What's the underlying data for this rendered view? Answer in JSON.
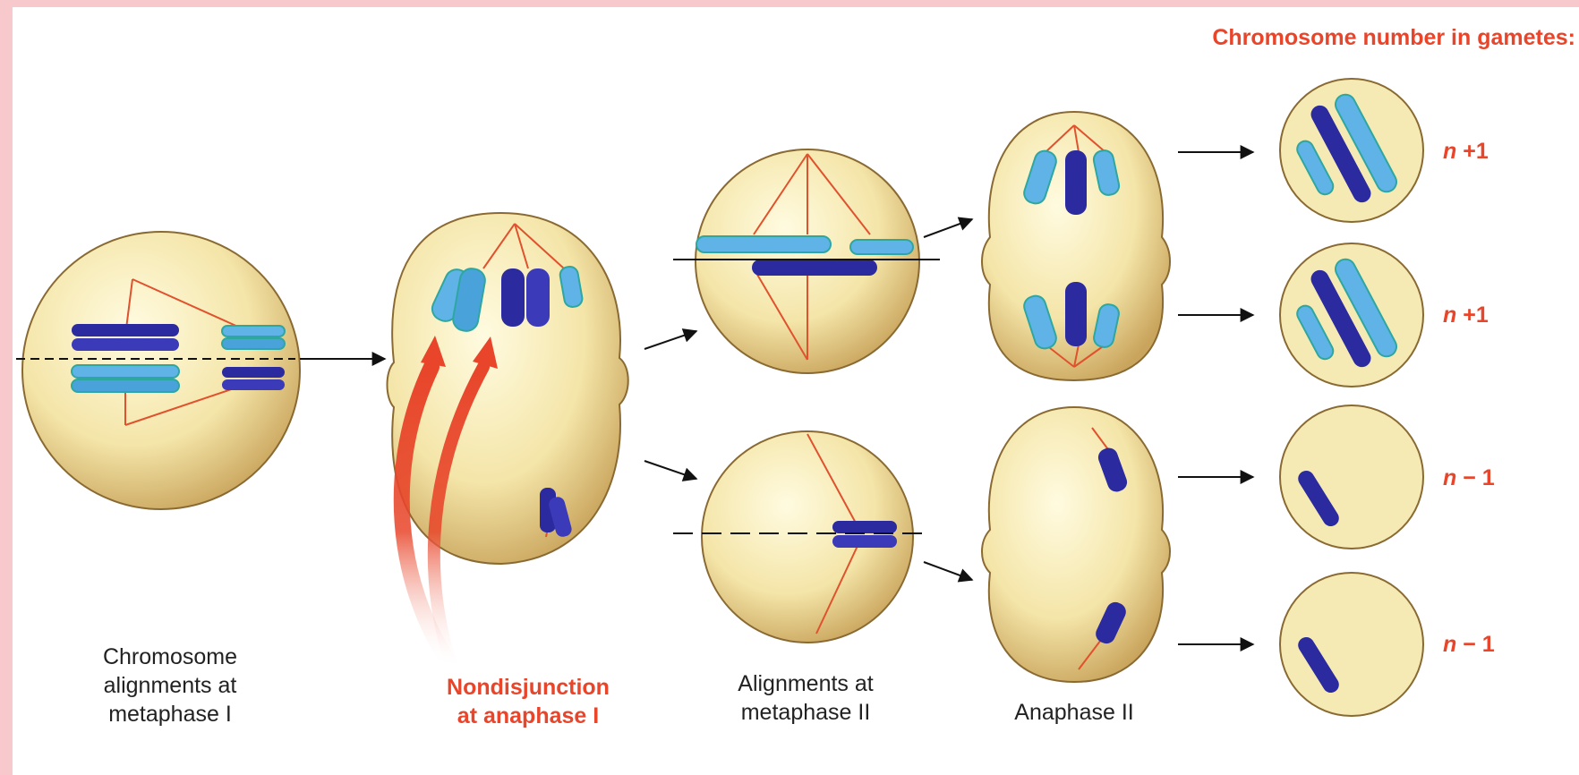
{
  "header": "Chromosome number in gametes:",
  "stages": {
    "metaphase1_line1": "Chromosome",
    "metaphase1_line2": "alignments at",
    "metaphase1_line3": "metaphase I",
    "nondisjunction_line1": "Nondisjunction",
    "nondisjunction_line2": "at anaphase I",
    "metaphase2_line1": "Alignments at",
    "metaphase2_line2": "metaphase II",
    "anaphase2": "Anaphase II"
  },
  "gametes": [
    {
      "n": "n",
      "change": "+1"
    },
    {
      "n": "n",
      "change": "+1"
    },
    {
      "n": "n",
      "change": "− 1"
    },
    {
      "n": "n",
      "change": "− 1"
    }
  ],
  "colors": {
    "accent": "#e8452a",
    "cell_fill": "#f6eab4",
    "cell_edge": "#9c7a3c",
    "chromosome_dark": "#2b2a9e",
    "chromosome_light": "#5fb3e6",
    "chromosome_teal": "#2ea7a0"
  }
}
